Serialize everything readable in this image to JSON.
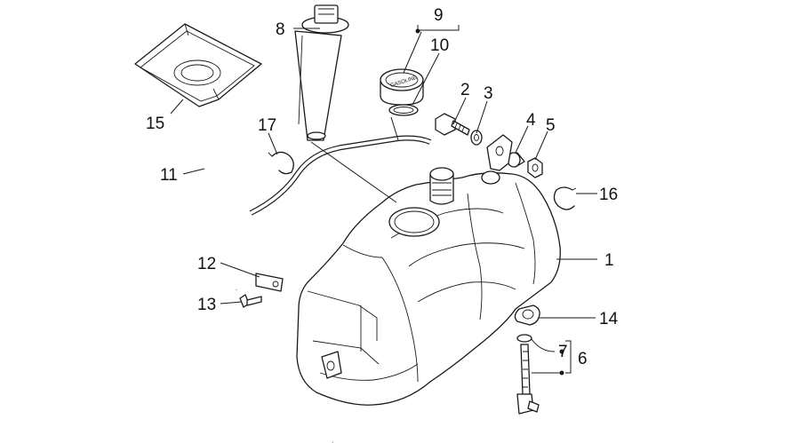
{
  "diagram": {
    "cap_marking": "GASOLINE",
    "callouts": [
      {
        "id": "c1",
        "label": "1"
      },
      {
        "id": "c2",
        "label": "2"
      },
      {
        "id": "c3",
        "label": "3"
      },
      {
        "id": "c4",
        "label": "4"
      },
      {
        "id": "c5",
        "label": "5"
      },
      {
        "id": "c6",
        "label": "6"
      },
      {
        "id": "c7",
        "label": "7"
      },
      {
        "id": "c8",
        "label": "8"
      },
      {
        "id": "c9",
        "label": "9"
      },
      {
        "id": "c10",
        "label": "10"
      },
      {
        "id": "c11",
        "label": "11"
      },
      {
        "id": "c12",
        "label": "12"
      },
      {
        "id": "c13",
        "label": "13"
      },
      {
        "id": "c14",
        "label": "14"
      },
      {
        "id": "c15",
        "label": "15"
      },
      {
        "id": "c16",
        "label": "16"
      },
      {
        "id": "c17",
        "label": "17"
      }
    ]
  }
}
